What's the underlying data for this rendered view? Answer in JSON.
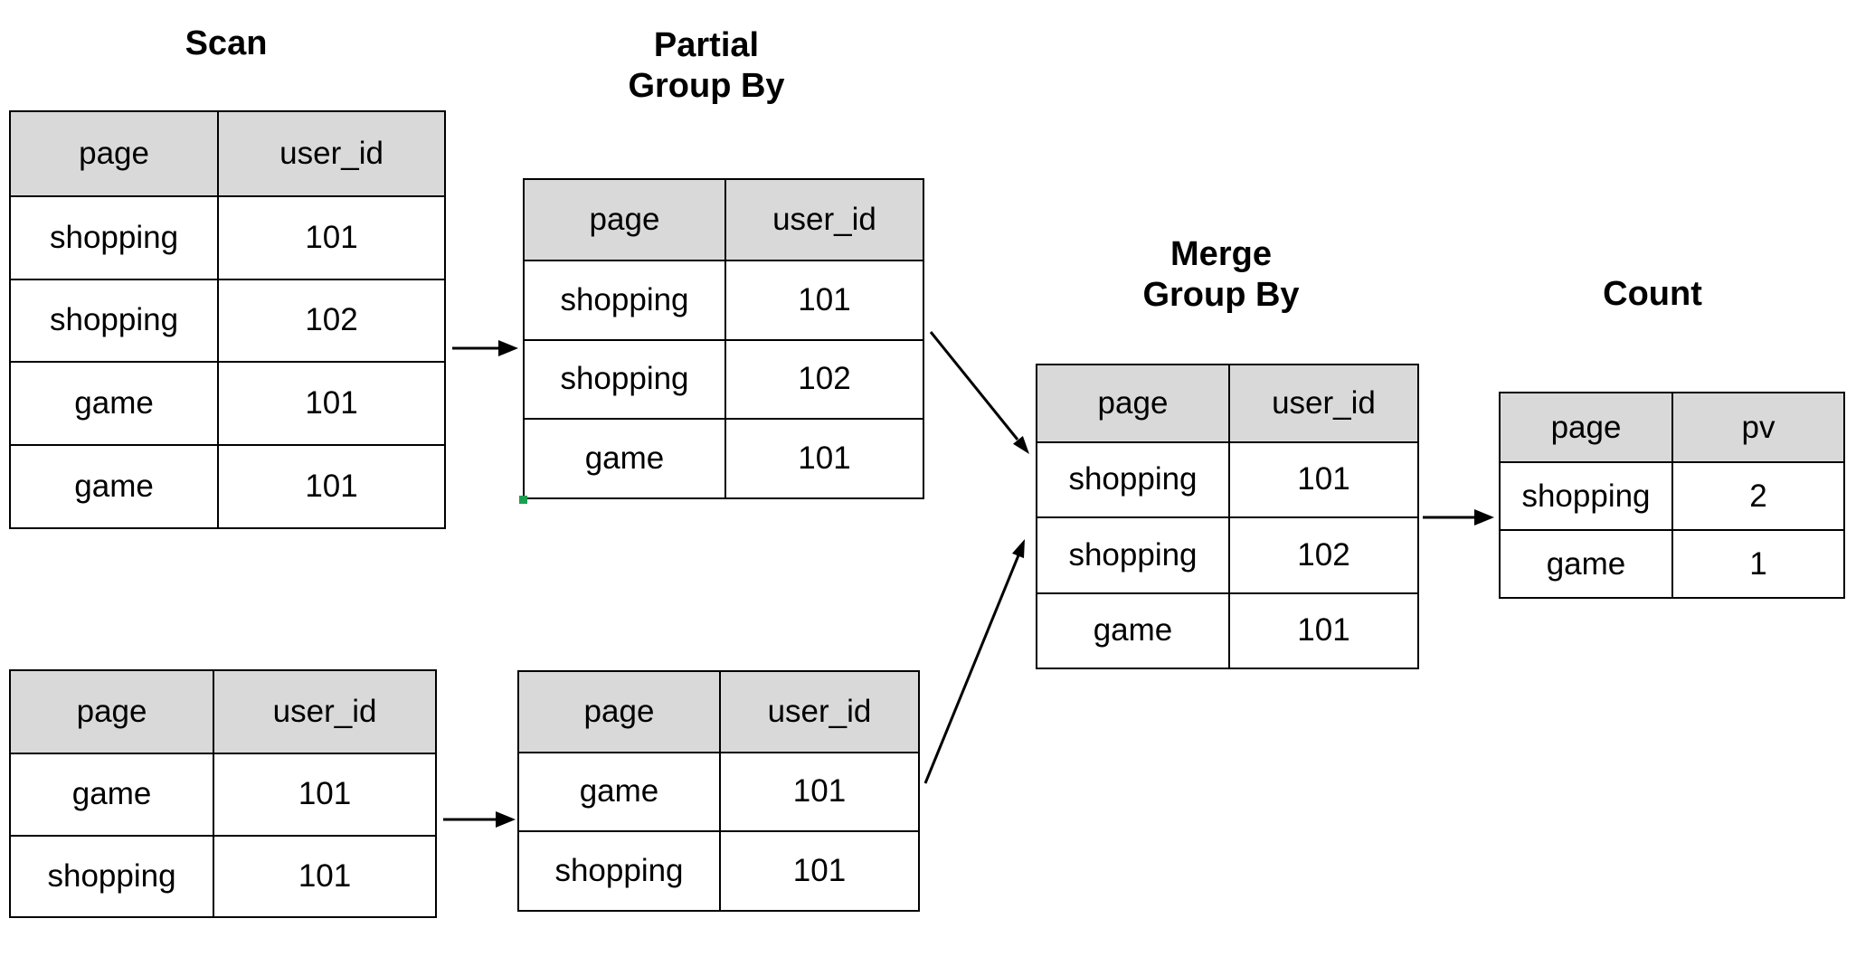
{
  "colors": {
    "canvas_bg": "#ffffff",
    "header_bg": "#d9d9d9",
    "border": "#000000",
    "text": "#000000",
    "selection_handle": "#1e9e50"
  },
  "stages": [
    {
      "id": "scan",
      "title": "Scan",
      "table": {
        "columns": [
          "page",
          "user_id"
        ],
        "rows": [
          [
            "shopping",
            "101"
          ],
          [
            "shopping",
            "102"
          ],
          [
            "game",
            "101"
          ],
          [
            "game",
            "101"
          ]
        ]
      }
    },
    {
      "id": "partial-group-by",
      "title": "Partial\nGroup By",
      "table": {
        "columns": [
          "page",
          "user_id"
        ],
        "rows": [
          [
            "shopping",
            "101"
          ],
          [
            "shopping",
            "102"
          ],
          [
            "game",
            "101"
          ]
        ]
      }
    },
    {
      "id": "merge-group-by",
      "title": "Merge\nGroup By",
      "table": {
        "columns": [
          "page",
          "user_id"
        ],
        "rows": [
          [
            "shopping",
            "101"
          ],
          [
            "shopping",
            "102"
          ],
          [
            "game",
            "101"
          ]
        ]
      }
    },
    {
      "id": "count",
      "title": "Count",
      "table": {
        "columns": [
          "page",
          "pv"
        ],
        "rows": [
          [
            "shopping",
            "2"
          ],
          [
            "game",
            "1"
          ]
        ]
      }
    },
    {
      "id": "scan-2",
      "table": {
        "columns": [
          "page",
          "user_id"
        ],
        "rows": [
          [
            "game",
            "101"
          ],
          [
            "shopping",
            "101"
          ]
        ]
      }
    },
    {
      "id": "partial-group-by-2",
      "table": {
        "columns": [
          "page",
          "user_id"
        ],
        "rows": [
          [
            "game",
            "101"
          ],
          [
            "shopping",
            "101"
          ]
        ]
      }
    }
  ],
  "connections": [
    {
      "from": "scan",
      "to": "partial-group-by"
    },
    {
      "from": "partial-group-by",
      "to": "merge-group-by"
    },
    {
      "from": "scan-2",
      "to": "partial-group-by-2"
    },
    {
      "from": "partial-group-by-2",
      "to": "merge-group-by"
    },
    {
      "from": "merge-group-by",
      "to": "count"
    }
  ]
}
